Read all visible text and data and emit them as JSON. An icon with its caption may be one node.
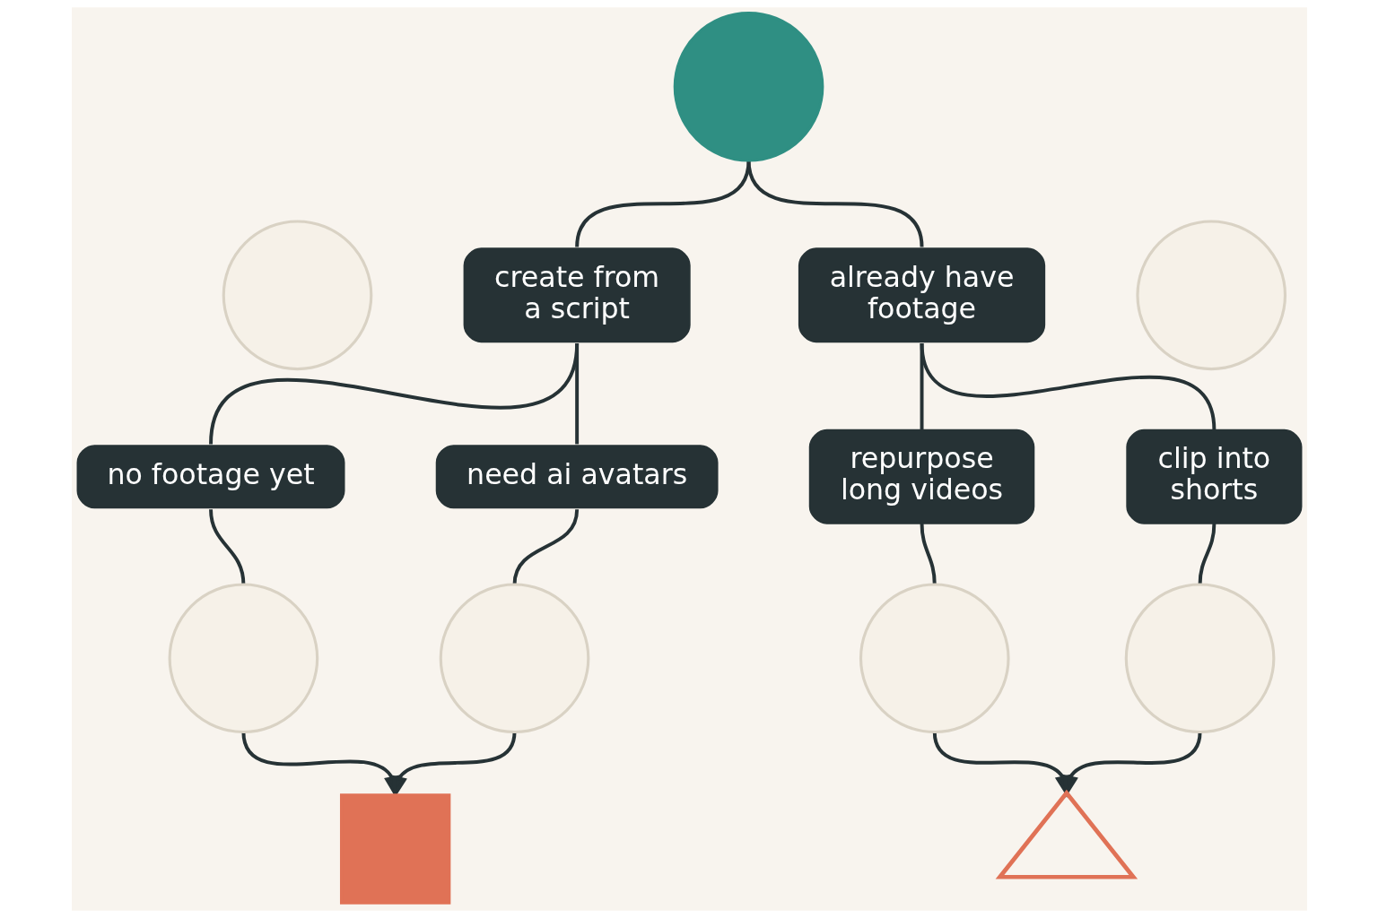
{
  "diagram": {
    "nodes": [
      {
        "text": [],
        "shape": "circle"
      },
      {
        "text": [],
        "shape": "circle"
      },
      {
        "text": [
          "create from a script"
        ]
      },
      {
        "text": [
          "already have footage"
        ]
      },
      {
        "text": [],
        "shape": "circle"
      },
      {
        "text": [
          "no footage yet"
        ]
      },
      {
        "text": [
          "need ai avatars"
        ]
      },
      {
        "text": [
          "repurpose long videos"
        ]
      },
      {
        "text": [
          "clip into shorts"
        ]
      },
      {
        "text": [],
        "shape": "circle"
      },
      {
        "text": [],
        "shape": "circle"
      },
      {
        "text": [],
        "shape": "circle"
      },
      {
        "text": [],
        "shape": "circle"
      },
      {
        "text": [],
        "shape": "box"
      },
      {
        "text": [],
        "shape": "triangle"
      }
    ],
    "edges": [
      {
        "from": 0,
        "to": 2,
        "arrow": "none"
      },
      {
        "from": 0,
        "to": 3,
        "arrow": "none"
      },
      {
        "from": 2,
        "to": 5,
        "arrow": "none"
      },
      {
        "from": 2,
        "to": 6,
        "arrow": "none"
      },
      {
        "from": 3,
        "to": 7,
        "arrow": "none"
      },
      {
        "from": 3,
        "to": 8,
        "arrow": "none"
      },
      {
        "from": 5,
        "to": 9,
        "arrow": "none"
      },
      {
        "from": 6,
        "to": 10,
        "arrow": "none"
      },
      {
        "from": 7,
        "to": 11,
        "arrow": "none"
      },
      {
        "from": 8,
        "to": 12,
        "arrow": "none"
      },
      {
        "from": 9,
        "to": 13,
        "arrow": "to"
      },
      {
        "from": 10,
        "to": 13,
        "arrow": "to"
      },
      {
        "from": 11,
        "to": 14,
        "arrow": "to"
      },
      {
        "from": 12,
        "to": 14,
        "arrow": "to"
      }
    ]
  }
}
